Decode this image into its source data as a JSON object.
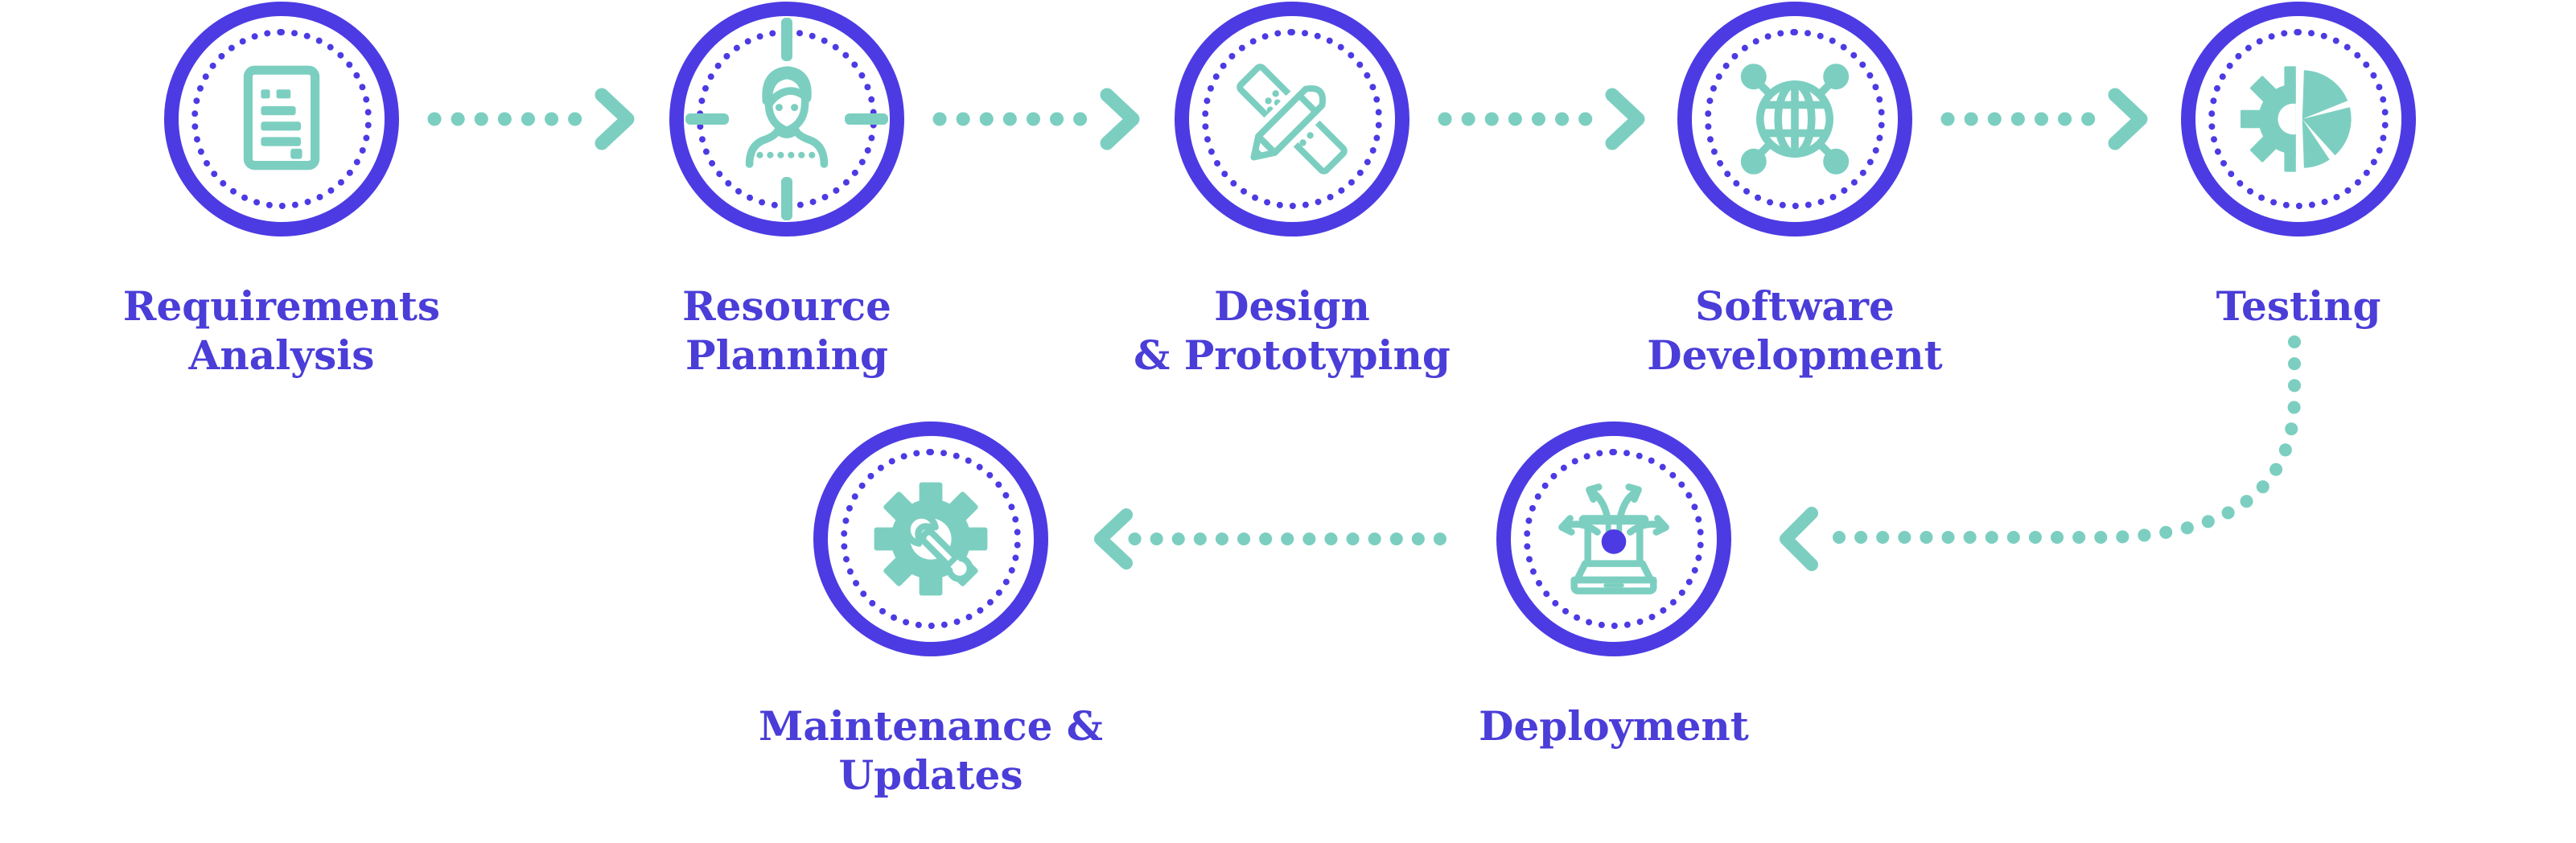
{
  "diagram": {
    "type": "process-flow",
    "colors": {
      "node_ring": "#4C3BE3",
      "label_text": "#4A3DD8",
      "accent_teal": "#7CCFC0",
      "deploy_dot": "#4C3BE3",
      "background": "#ffffff"
    },
    "stages": [
      {
        "label": "Requirements\nAnalysis",
        "icon": "document-icon"
      },
      {
        "label": "Resource\nPlanning",
        "icon": "person-target-icon"
      },
      {
        "label": "Design\n& Prototyping",
        "icon": "pencil-ruler-icon"
      },
      {
        "label": "Software\nDevelopment",
        "icon": "globe-network-icon"
      },
      {
        "label": "Testing",
        "icon": "gear-pie-icon"
      },
      {
        "label": "Deployment",
        "icon": "laptop-arrows-icon"
      },
      {
        "label": "Maintenance & Updates",
        "icon": "gear-wrench-icon"
      }
    ],
    "flow_order": [
      "Requirements Analysis",
      "Resource Planning",
      "Design & Prototyping",
      "Software Development",
      "Testing",
      "Deployment",
      "Maintenance & Updates"
    ],
    "arrow_style": "dotted-teal-with-chevron-head"
  }
}
